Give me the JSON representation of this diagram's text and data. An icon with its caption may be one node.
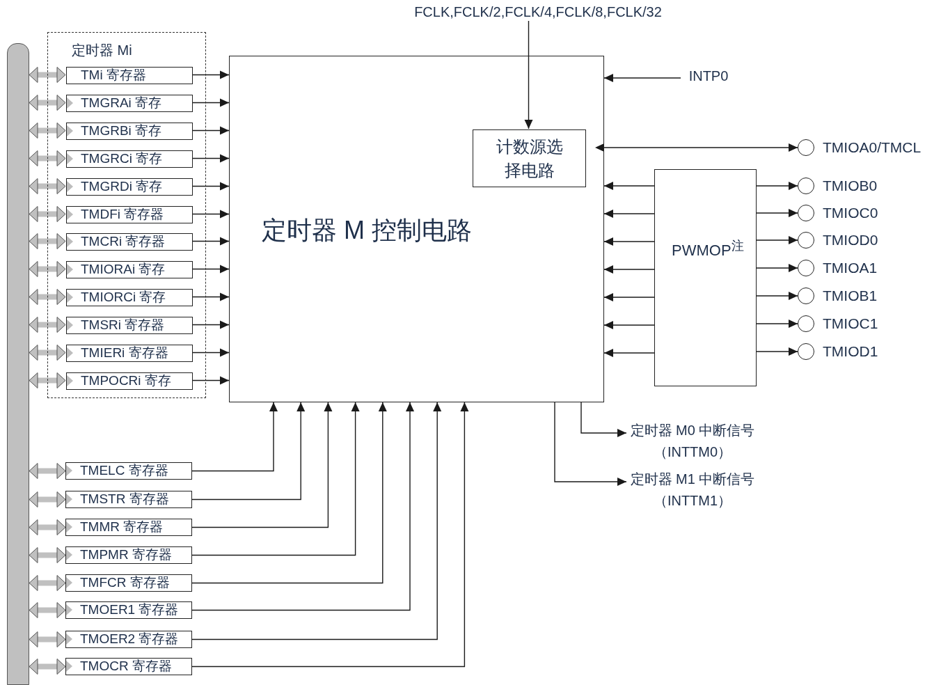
{
  "diagram": {
    "nodes": [
      {
        "text": [],
        "shape": "bar"
      },
      {
        "text": [
          "定时器 Mi"
        ]
      },
      {
        "text": [
          "TMi 寄存器"
        ],
        "in": 1
      },
      {
        "text": [
          "TMGRAi 寄存"
        ],
        "in": 1
      },
      {
        "text": [
          "TMGRBi 寄存"
        ],
        "in": 1
      },
      {
        "text": [
          "TMGRCi 寄存"
        ],
        "in": 1
      },
      {
        "text": [
          "TMGRDi 寄存"
        ],
        "in": 1
      },
      {
        "text": [
          "TMDFi 寄存器"
        ],
        "in": 1
      },
      {
        "text": [
          "TMCRi 寄存器"
        ],
        "in": 1
      },
      {
        "text": [
          "TMIORAi 寄存"
        ],
        "in": 1
      },
      {
        "text": [
          "TMIORCi 寄存"
        ],
        "in": 1
      },
      {
        "text": [
          "TMSRi 寄存器"
        ],
        "in": 1
      },
      {
        "text": [
          "TMIERi 寄存器"
        ],
        "in": 1
      },
      {
        "text": [
          "TMPOCRi 寄存"
        ],
        "in": 1
      },
      {
        "text": [
          "定时器 M 控制电路"
        ]
      },
      {
        "text": [
          "计数源选择电路"
        ],
        "in": 14
      },
      {
        "text": [
          "FCLK,FCLK/2,FCLK/4,FCLK/8,FCLK/32"
        ]
      },
      {
        "text": [
          "INTP0"
        ]
      },
      {
        "text": [
          "PWMOP$^{注}$"
        ]
      },
      {
        "text": [
          "TMIOA0/TMCL"
        ]
      },
      {
        "text": [
          "TMIOB0"
        ]
      },
      {
        "text": [
          "TMIOC0"
        ]
      },
      {
        "text": [
          "TMIOD0"
        ]
      },
      {
        "text": [
          "TMIOA1"
        ]
      },
      {
        "text": [
          "TMIOB1"
        ]
      },
      {
        "text": [
          "TMIOC1"
        ]
      },
      {
        "text": [
          "TMIOD1"
        ]
      },
      {
        "text": [
          "定时器 M0 中断信号（INTTM0）"
        ]
      },
      {
        "text": [
          "定时器 M1 中断信号（INTTM1）"
        ]
      },
      {
        "text": [
          "TMELC 寄存器"
        ]
      },
      {
        "text": [
          "TMSTR 寄存器"
        ]
      },
      {
        "text": [
          "TMMR 寄存器"
        ]
      },
      {
        "text": [
          "TMPMR 寄存器"
        ]
      },
      {
        "text": [
          "TMFCR 寄存器"
        ]
      },
      {
        "text": [
          "TMOER1 寄存器"
        ]
      },
      {
        "text": [
          "TMOER2 寄存器"
        ]
      },
      {
        "text": [
          "TMOCR 寄存器"
        ]
      }
    ],
    "edges": [
      {
        "from": 0,
        "to": 2,
        "arrow": "both",
        "style": "thick",
        "color": "#c0c0c0"
      },
      {
        "from": 0,
        "to": 3,
        "arrow": "both",
        "style": "thick",
        "color": "#c0c0c0"
      },
      {
        "from": 0,
        "to": 4,
        "arrow": "both",
        "style": "thick",
        "color": "#c0c0c0"
      },
      {
        "from": 0,
        "to": 5,
        "arrow": "both",
        "style": "thick",
        "color": "#c0c0c0"
      },
      {
        "from": 0,
        "to": 6,
        "arrow": "both",
        "style": "thick",
        "color": "#c0c0c0"
      },
      {
        "from": 0,
        "to": 7,
        "arrow": "both",
        "style": "thick",
        "color": "#c0c0c0"
      },
      {
        "from": 0,
        "to": 8,
        "arrow": "both",
        "style": "thick",
        "color": "#c0c0c0"
      },
      {
        "from": 0,
        "to": 9,
        "arrow": "both",
        "style": "thick",
        "color": "#c0c0c0"
      },
      {
        "from": 0,
        "to": 10,
        "arrow": "both",
        "style": "thick",
        "color": "#c0c0c0"
      },
      {
        "from": 0,
        "to": 11,
        "arrow": "both",
        "style": "thick",
        "color": "#c0c0c0"
      },
      {
        "from": 0,
        "to": 12,
        "arrow": "both",
        "style": "thick",
        "color": "#c0c0c0"
      },
      {
        "from": 0,
        "to": 13,
        "arrow": "both",
        "style": "thick",
        "color": "#c0c0c0"
      },
      {
        "from": 0,
        "to": 29,
        "arrow": "both",
        "style": "thick",
        "color": "#c0c0c0"
      },
      {
        "from": 0,
        "to": 30,
        "arrow": "both",
        "style": "thick",
        "color": "#c0c0c0"
      },
      {
        "from": 0,
        "to": 31,
        "arrow": "both",
        "style": "thick",
        "color": "#c0c0c0"
      },
      {
        "from": 0,
        "to": 32,
        "arrow": "both",
        "style": "thick",
        "color": "#c0c0c0"
      },
      {
        "from": 0,
        "to": 33,
        "arrow": "both",
        "style": "thick",
        "color": "#c0c0c0"
      },
      {
        "from": 0,
        "to": 34,
        "arrow": "both",
        "style": "thick",
        "color": "#c0c0c0"
      },
      {
        "from": 0,
        "to": 35,
        "arrow": "both",
        "style": "thick",
        "color": "#c0c0c0"
      },
      {
        "from": 0,
        "to": 36,
        "arrow": "both",
        "style": "thick",
        "color": "#c0c0c0"
      },
      {
        "from": 2,
        "to": 14,
        "arrow": "to"
      },
      {
        "from": 3,
        "to": 14,
        "arrow": "to"
      },
      {
        "from": 4,
        "to": 14,
        "arrow": "to"
      },
      {
        "from": 5,
        "to": 14,
        "arrow": "to"
      },
      {
        "from": 6,
        "to": 14,
        "arrow": "to"
      },
      {
        "from": 7,
        "to": 14,
        "arrow": "to"
      },
      {
        "from": 8,
        "to": 14,
        "arrow": "to"
      },
      {
        "from": 9,
        "to": 14,
        "arrow": "to"
      },
      {
        "from": 10,
        "to": 14,
        "arrow": "to"
      },
      {
        "from": 11,
        "to": 14,
        "arrow": "to"
      },
      {
        "from": 12,
        "to": 14,
        "arrow": "to"
      },
      {
        "from": 13,
        "to": 14,
        "arrow": "to"
      },
      {
        "from": 16,
        "to": 15,
        "arrow": "to"
      },
      {
        "from": 17,
        "to": 14,
        "arrow": "to"
      },
      {
        "from": 14,
        "to": 19,
        "arrow": "both"
      },
      {
        "from": 18,
        "to": 14,
        "arrow": "to"
      },
      {
        "from": 18,
        "to": 14,
        "arrow": "to"
      },
      {
        "from": 18,
        "to": 14,
        "arrow": "to"
      },
      {
        "from": 18,
        "to": 14,
        "arrow": "to"
      },
      {
        "from": 18,
        "to": 14,
        "arrow": "to"
      },
      {
        "from": 18,
        "to": 14,
        "arrow": "to"
      },
      {
        "from": 18,
        "to": 14,
        "arrow": "to"
      },
      {
        "from": 18,
        "to": 20,
        "arrow": "to"
      },
      {
        "from": 18,
        "to": 21,
        "arrow": "to"
      },
      {
        "from": 18,
        "to": 22,
        "arrow": "to"
      },
      {
        "from": 18,
        "to": 23,
        "arrow": "to"
      },
      {
        "from": 18,
        "to": 24,
        "arrow": "to"
      },
      {
        "from": 18,
        "to": 25,
        "arrow": "to"
      },
      {
        "from": 18,
        "to": 26,
        "arrow": "to"
      },
      {
        "from": 14,
        "to": 27,
        "arrow": "to"
      },
      {
        "from": 14,
        "to": 28,
        "arrow": "to"
      },
      {
        "from": 29,
        "to": 14,
        "arrow": "to"
      },
      {
        "from": 30,
        "to": 14,
        "arrow": "to"
      },
      {
        "from": 31,
        "to": 14,
        "arrow": "to"
      },
      {
        "from": 32,
        "to": 14,
        "arrow": "to"
      },
      {
        "from": 33,
        "to": 14,
        "arrow": "to"
      },
      {
        "from": 34,
        "to": 14,
        "arrow": "to"
      },
      {
        "from": 35,
        "to": 14,
        "arrow": "to"
      },
      {
        "from": 36,
        "to": 14,
        "arrow": "to"
      }
    ]
  }
}
